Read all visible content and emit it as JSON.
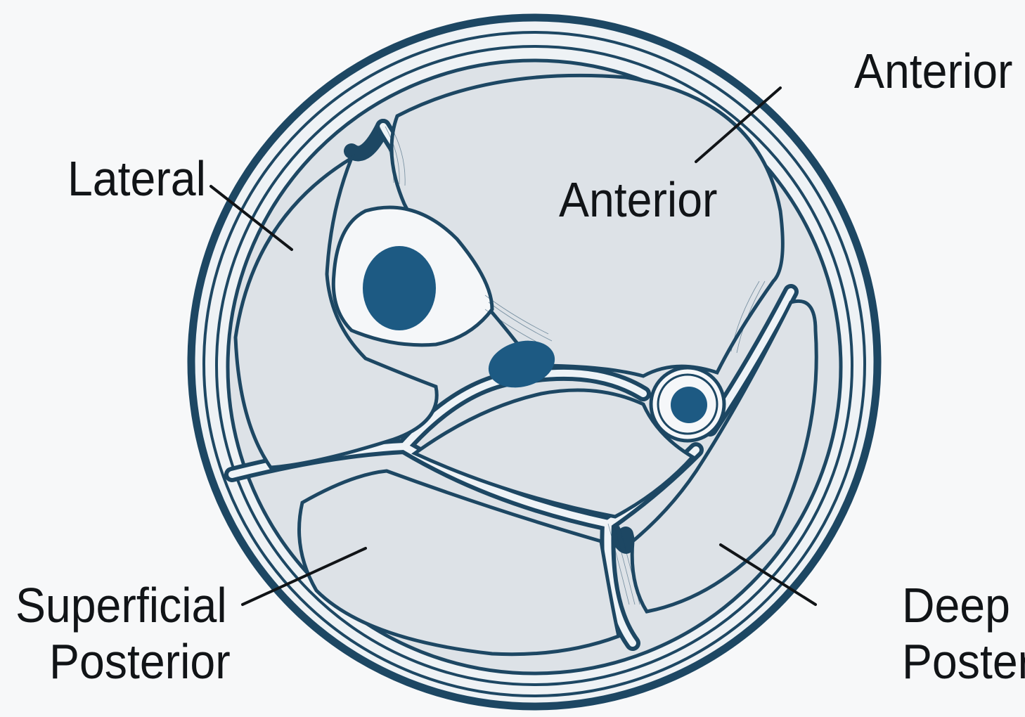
{
  "labels": {
    "anterior_outer": "Anterior",
    "anterior_inner": "Anterior",
    "lateral": "Lateral",
    "superficial_posterior_line1": "Superficial",
    "superficial_posterior_line2": "Posterior",
    "deep_posterior_line1": "Deep",
    "deep_posterior_line2": "Posterior"
  },
  "colors": {
    "outline": "#1d4763",
    "compartment_fill": "#dde2e7",
    "bone_core": "#1d5a83",
    "background": "#f7f8f9",
    "label_text": "#111417"
  }
}
